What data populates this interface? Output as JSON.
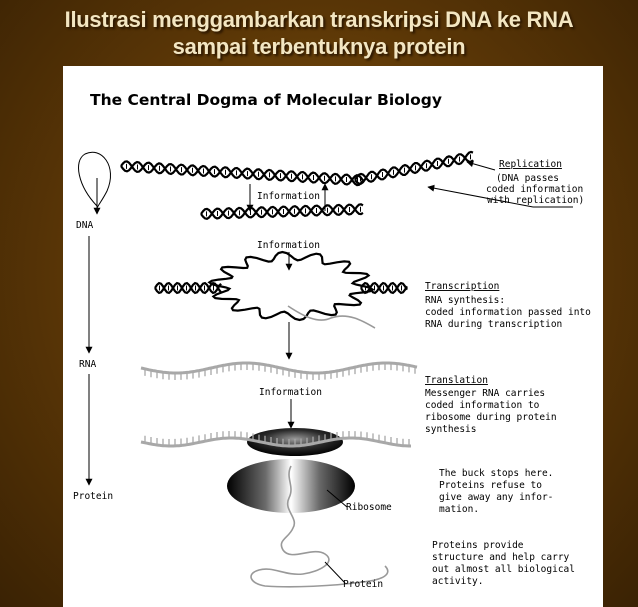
{
  "slide": {
    "title_line1": "Ilustrasi menggambarkan transkripsi DNA ke RNA",
    "title_line2": "sampai terbentuknya protein"
  },
  "figure": {
    "heading": "The Central Dogma of Molecular Biology",
    "left_axis": {
      "dna": "DNA",
      "rna": "RNA",
      "protein": "Protein"
    },
    "info_labels": [
      "Information",
      "Information",
      "Information"
    ],
    "replication": {
      "title": "Replication",
      "lines": [
        "(DNA passes",
        "coded information",
        "with replication)"
      ]
    },
    "transcription": {
      "title": "Transcription",
      "lines": [
        "RNA synthesis:",
        "coded information passed into",
        "RNA during transcription"
      ]
    },
    "translation": {
      "title": "Translation",
      "lines": [
        "Messenger RNA carries",
        "coded information to",
        "ribosome during protein",
        "synthesis"
      ]
    },
    "buck_stops": [
      "The buck stops here.",
      "Proteins refuse to",
      "give away any infor-",
      "mation."
    ],
    "ribosome_label": "Ribosome",
    "protein_note": [
      "Proteins provide",
      "structure and help carry",
      "out almost all biological",
      "activity."
    ],
    "protein_label": "Protein"
  }
}
